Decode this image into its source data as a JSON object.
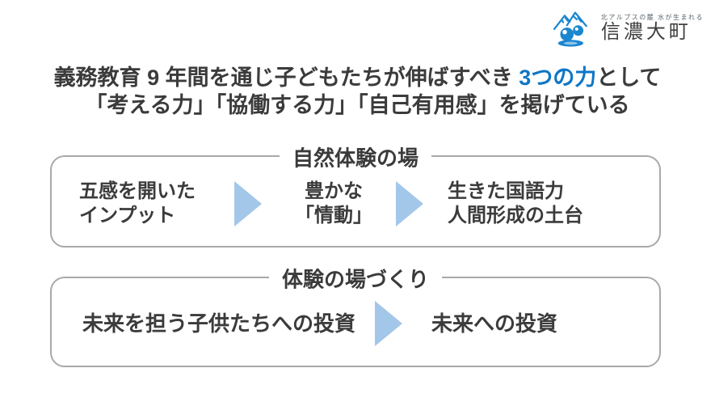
{
  "logo": {
    "tagline": "北アルプスの麓 水が生まれる",
    "name": "信濃大町",
    "icon": "mountain-water-icon"
  },
  "headline": {
    "line1_pre": "義務教育 9 年間を通じ子どもたちが伸ばすべき ",
    "line1_accent": "3つの力",
    "line1_post": "として",
    "line2": "「考える力」「協働する力」「自己有用感」を掲げている"
  },
  "sections": [
    {
      "title": "自然体験の場",
      "items": [
        "五感を開いた\nインプット",
        "豊かな\n「情動」",
        "生きた国語力\n人間形成の土台"
      ]
    },
    {
      "title": "体験の場づくり",
      "items": [
        "未来を担う子供たちへの投資",
        "未来への投資"
      ]
    }
  ],
  "colors": {
    "accent": "#0e76c6",
    "arrow": "#a3c7e9",
    "border": "#a9a9a9",
    "text": "#3b3b3b",
    "logo_blue": "#1b86d0"
  }
}
